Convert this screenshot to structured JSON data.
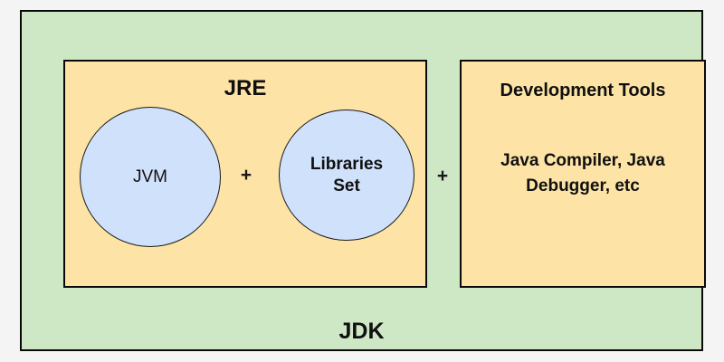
{
  "diagram": {
    "title": "JDK / JRE / JVM composition diagram",
    "outer": {
      "name": "JDK",
      "label": "JDK",
      "fill_color": "#cee7c5",
      "border_color": "#0a0a0a"
    },
    "jre": {
      "label": "JRE",
      "fill_color": "#fde4a6",
      "border_color": "#0a0a0a",
      "components": [
        {
          "id": "jvm",
          "label": "JVM",
          "shape": "circle",
          "fill_color": "#d0e1fc",
          "border_color": "#1a1a1a"
        },
        {
          "id": "libraries-set",
          "label": "Libraries\nSet",
          "shape": "circle",
          "fill_color": "#d0e1fc",
          "border_color": "#1a1a1a"
        }
      ],
      "inner_operator": "+"
    },
    "outer_operator": "+",
    "devtools": {
      "title": "Development Tools",
      "body": "Java Compiler, Java\nDebugger, etc",
      "fill_color": "#fde4a6",
      "border_color": "#0a0a0a"
    },
    "background_color": "#f4f4f4"
  }
}
